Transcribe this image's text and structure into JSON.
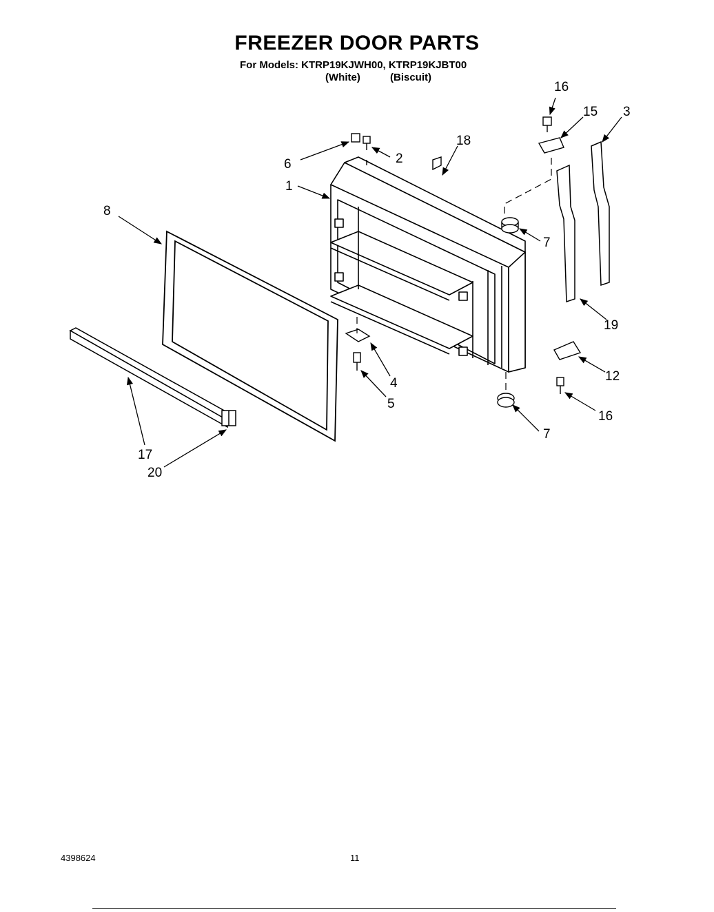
{
  "header": {
    "title": "FREEZER DOOR PARTS",
    "models": "For Models: KTRP19KJWH00, KTRP19KJBT00",
    "variant_1": "(White)",
    "variant_2": "(Biscuit)"
  },
  "callouts": {
    "c1": "1",
    "c2": "2",
    "c3": "3",
    "c4": "4",
    "c5": "5",
    "c6": "6",
    "c7a": "7",
    "c7b": "7",
    "c8": "8",
    "c12": "12",
    "c15": "15",
    "c16a": "16",
    "c16b": "16",
    "c17": "17",
    "c18": "18",
    "c19": "19",
    "c20": "20"
  },
  "footer": {
    "doc_number": "4398624",
    "page_number": "11"
  }
}
